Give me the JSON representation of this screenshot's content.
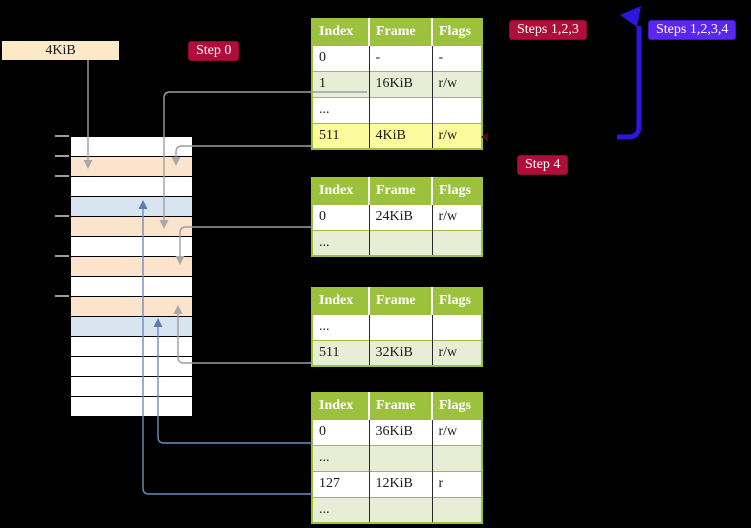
{
  "colors": {
    "background": "#000000",
    "badge_red": "#B00D3A",
    "badge_blue": "#5A26F2",
    "size_label_bg": "#FBE9C8",
    "table_header_green": "#9CC13C",
    "row_light_green": "#E8EDD5",
    "row_highlight_yellow": "#FBFA9C",
    "mem_row_peach": "#FCE4CC",
    "mem_row_blue": "#D9E4F1",
    "connector_gray": "#9E9E9E",
    "connector_arrow_gray": "#A8A8A8",
    "connector_blue": "#6C8EBF",
    "connector_arrow_blue": "#5B7CB1",
    "loop_arrow_blue": "#2D16E0",
    "recursive_marker_dark": "#4D0A1E"
  },
  "labels": {
    "size_label": "4KiB",
    "step0": "Step 0",
    "steps123": "Steps 1,2,3",
    "steps1234": "Steps 1,2,3,4",
    "step4": "Step 4"
  },
  "memory": {
    "rows": [
      "white",
      "peach",
      "white",
      "blue",
      "peach",
      "white",
      "peach",
      "white",
      "peach",
      "blue",
      "white",
      "white",
      "white",
      "white"
    ]
  },
  "tables": [
    {
      "name": "page-table-level-4",
      "headers": [
        "Index",
        "Frame",
        "Flags"
      ],
      "rows": [
        {
          "cells": [
            "0",
            "-",
            "-"
          ],
          "variant": "white"
        },
        {
          "cells": [
            "1",
            "16KiB",
            "r/w"
          ],
          "variant": "green"
        },
        {
          "cells": [
            "...",
            "",
            ""
          ],
          "variant": "white"
        },
        {
          "cells": [
            "511",
            "4KiB",
            "r/w"
          ],
          "variant": "yellow"
        }
      ]
    },
    {
      "name": "page-table-level-3",
      "headers": [
        "Index",
        "Frame",
        "Flags"
      ],
      "rows": [
        {
          "cells": [
            "0",
            "24KiB",
            "r/w"
          ],
          "variant": "white"
        },
        {
          "cells": [
            "...",
            "",
            ""
          ],
          "variant": "green"
        }
      ]
    },
    {
      "name": "page-table-level-2",
      "headers": [
        "Index",
        "Frame",
        "Flags"
      ],
      "rows": [
        {
          "cells": [
            "...",
            "",
            ""
          ],
          "variant": "white"
        },
        {
          "cells": [
            "511",
            "32KiB",
            "r/w"
          ],
          "variant": "green"
        }
      ]
    },
    {
      "name": "page-table-level-1",
      "headers": [
        "Index",
        "Frame",
        "Flags"
      ],
      "rows": [
        {
          "cells": [
            "0",
            "36KiB",
            "r/w"
          ],
          "variant": "white"
        },
        {
          "cells": [
            "...",
            "",
            ""
          ],
          "variant": "green"
        },
        {
          "cells": [
            "127",
            "12KiB",
            "r"
          ],
          "variant": "white"
        },
        {
          "cells": [
            "...",
            "",
            ""
          ],
          "variant": "green"
        }
      ]
    }
  ]
}
